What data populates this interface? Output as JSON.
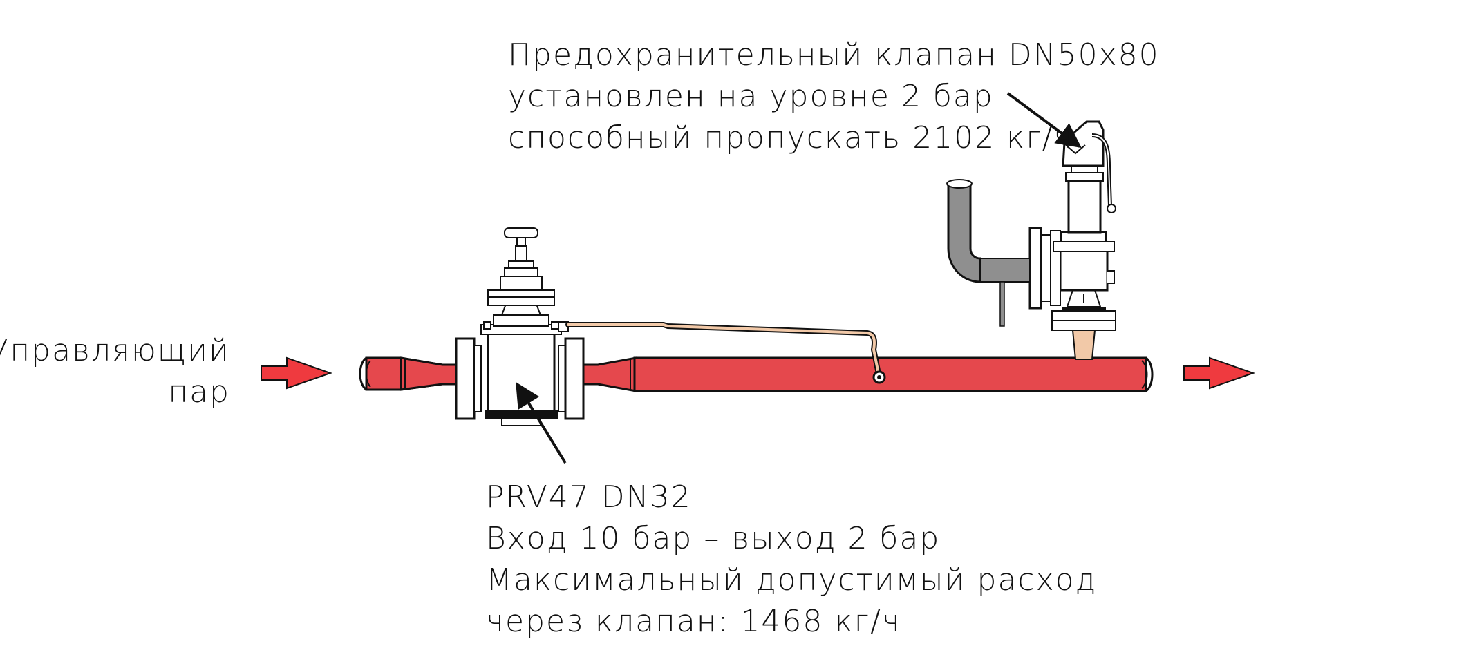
{
  "labels": {
    "relief_valve": [
      "Предохранительный клапан DN50x80",
      "установлен на уровне 2 бар",
      "способный пропускать 2102 кг/ч"
    ],
    "prv": [
      "PRV47 DN32",
      "Вход 10 бар – выход 2 бар",
      "Максимальный допустимый расход",
      "через клапан: 1468 кг/ч"
    ],
    "inlet": [
      "Управляющий",
      "пар"
    ]
  },
  "colors": {
    "pipe_fill": "#e5484d",
    "flow_arrow": "#ef3a3f",
    "sensing_line": "#f2c9a8",
    "outlet_pipe": "#8f8f8f",
    "outline": "#111111",
    "valve_body": "#ffffff"
  }
}
